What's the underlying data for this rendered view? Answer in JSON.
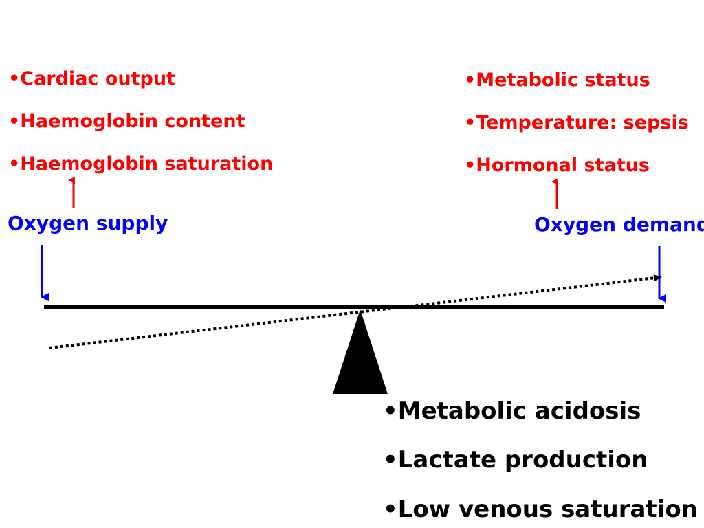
{
  "supply": {
    "factors": [
      "•Cardiac output",
      "•Haemoglobin content",
      "•Haemoglobin saturation"
    ],
    "label": "Oxygen supply"
  },
  "demand": {
    "factors": [
      "•Metabolic status",
      "•Temperature: sepsis",
      "•Hormonal status"
    ],
    "label": "Oxygen demand"
  },
  "consequences": [
    "•Metabolic acidosis",
    "•Lactate production",
    "•Low venous saturation"
  ],
  "colors": {
    "factor_text": "#ff0000",
    "factor_arrow": "#ff0000",
    "label_text": "#0000ff",
    "force_arrow": "#0000ff",
    "beam": "#000000",
    "fulcrum": "#000000",
    "tilt_line": "#000000"
  }
}
